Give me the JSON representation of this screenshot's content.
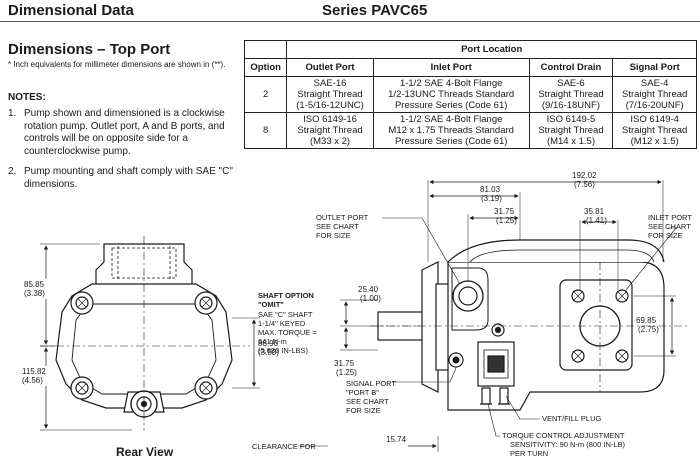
{
  "header": {
    "left": "Dimensional Data",
    "right": "Series PAVC65"
  },
  "section": {
    "title": "Dimensions – Top Port",
    "footnote": "* Inch equivalents for millimeter dimensions are shown in (**).",
    "notes_title": "NOTES:",
    "notes": [
      {
        "num": "1.",
        "text": "Pump shown and dimensioned is a clockwise rotation pump. Outlet port, A and B ports, and controls will be on opposite side for a counterclockwise pump."
      },
      {
        "num": "2.",
        "text": "Pump mounting and shaft comply with SAE \"C\" dimensions."
      }
    ]
  },
  "port_table": {
    "title": "Port Location",
    "headers": [
      "Option",
      "Outlet Port",
      "Inlet Port",
      "Control Drain",
      "Signal Port"
    ],
    "rows": [
      {
        "option": "2",
        "outlet": [
          "SAE-16",
          "Straight Thread",
          "(1-5/16-12UNC)"
        ],
        "inlet": [
          "1-1/2 SAE 4-Bolt Flange",
          "1/2-13UNC Threads Standard",
          "Pressure Series (Code 61)"
        ],
        "drain": [
          "SAE-6",
          "Straight Thread",
          "(9/16-18UNF)"
        ],
        "signal": [
          "SAE-4",
          "Straight Thread",
          "(7/16-20UNF)"
        ]
      },
      {
        "option": "8",
        "outlet": [
          "ISO 6149-16",
          "Straight Thread",
          "(M33 x 2)"
        ],
        "inlet": [
          "1-1/2 SAE 4-Bolt Flange",
          "M12 x 1.75 Threads Standard",
          "Pressure Series (Code 61)"
        ],
        "drain": [
          "ISO 6149-5",
          "Straight Thread",
          "(M14 x 1.5)"
        ],
        "signal": [
          "ISO 6149-4",
          "Straight Thread",
          "(M12 x 1.5)"
        ]
      }
    ]
  },
  "drawing": {
    "rear_view_title": "Rear View",
    "rear_dims": {
      "d85": "85.85",
      "d85i": "(3.38)",
      "d115": "115.82",
      "d115i": "(4.56)",
      "d88": "88.90",
      "d88i": "(3.50)"
    },
    "side_dims": {
      "d192": "192.02",
      "d192i": "(7.56)",
      "d81": "81.03",
      "d81i": "(3.19)",
      "d31a": "31.75",
      "d31ai": "(1.25)",
      "d35": "35.81",
      "d35i": "(1.41)",
      "d25": "25.40",
      "d25i": "(1.00)",
      "d69": "69.85",
      "d69i": "(2.75)",
      "d31b": "31.75",
      "d31bi": "(1.25)",
      "d15": "15.74"
    },
    "callouts": {
      "outlet": [
        "OUTLET PORT",
        "SEE CHART",
        "FOR SIZE"
      ],
      "inlet": [
        "INLET PORT",
        "SEE CHART",
        "FOR SIZE"
      ],
      "shaft_title": [
        "SHAFT OPTION",
        "\"OMIT\""
      ],
      "shaft_body": [
        "SAE \"C\" SHAFT",
        "1-1/4\" KEYED",
        "MAX. TORQUE =",
        "641 N-m",
        "(5,680 IN-LBS)"
      ],
      "signal": [
        "SIGNAL PORT",
        "\"PORT B\"",
        "SEE CHART",
        "FOR SIZE"
      ],
      "vent": "VENT/FILL PLUG",
      "torque": [
        "TORQUE CONTROL ADJUSTMENT",
        "SENSITIVITY: 90 N-m (800 IN-LB)",
        "PER TURN"
      ],
      "clearance": "CLEARANCE FOR"
    }
  }
}
